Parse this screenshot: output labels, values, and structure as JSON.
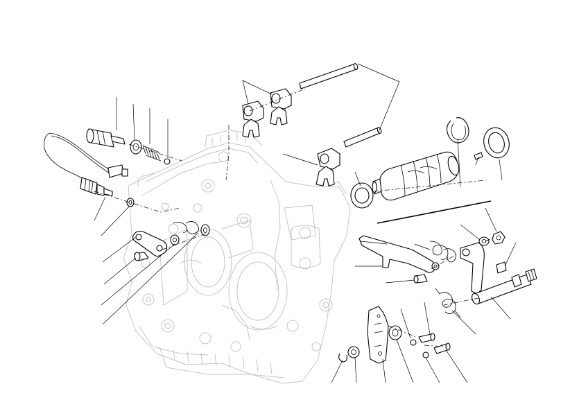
{
  "diagram": {
    "type": "exploded-parts-view",
    "line_color": "#000000",
    "ghost_color": "#c4c4c4",
    "background": "#ffffff",
    "parts": [
      {
        "id": "shift-fork-rod-upper"
      },
      {
        "id": "shift-fork-rod-lower"
      },
      {
        "id": "shift-fork-left"
      },
      {
        "id": "shift-fork-right"
      },
      {
        "id": "shift-fork-lower"
      },
      {
        "id": "selector-drum"
      },
      {
        "id": "circlip-drum"
      },
      {
        "id": "thrust-washer-drum-right"
      },
      {
        "id": "thrust-washer-drum-left"
      },
      {
        "id": "dowel-pin"
      },
      {
        "id": "neutral-switch-sensor"
      },
      {
        "id": "plug-screw"
      },
      {
        "id": "sealing-washer"
      },
      {
        "id": "detent-spring"
      },
      {
        "id": "detent-ball"
      },
      {
        "id": "detent-lever"
      },
      {
        "id": "detent-lever-screw"
      },
      {
        "id": "washer-detent"
      },
      {
        "id": "detent-lever-spring"
      },
      {
        "id": "selector-pawl-arm"
      },
      {
        "id": "pawl-spring"
      },
      {
        "id": "gearshift-shaft"
      },
      {
        "id": "return-spring"
      },
      {
        "id": "shaft-nut"
      },
      {
        "id": "shaft-washer"
      },
      {
        "id": "guide-plate"
      },
      {
        "id": "guide-plate-screw-upper"
      },
      {
        "id": "guide-plate-screw-lower"
      },
      {
        "id": "circlip-shaft"
      },
      {
        "id": "washer-shaft"
      },
      {
        "id": "bushing-ring"
      },
      {
        "id": "stop-screw"
      },
      {
        "id": "crankcase-half"
      }
    ]
  }
}
